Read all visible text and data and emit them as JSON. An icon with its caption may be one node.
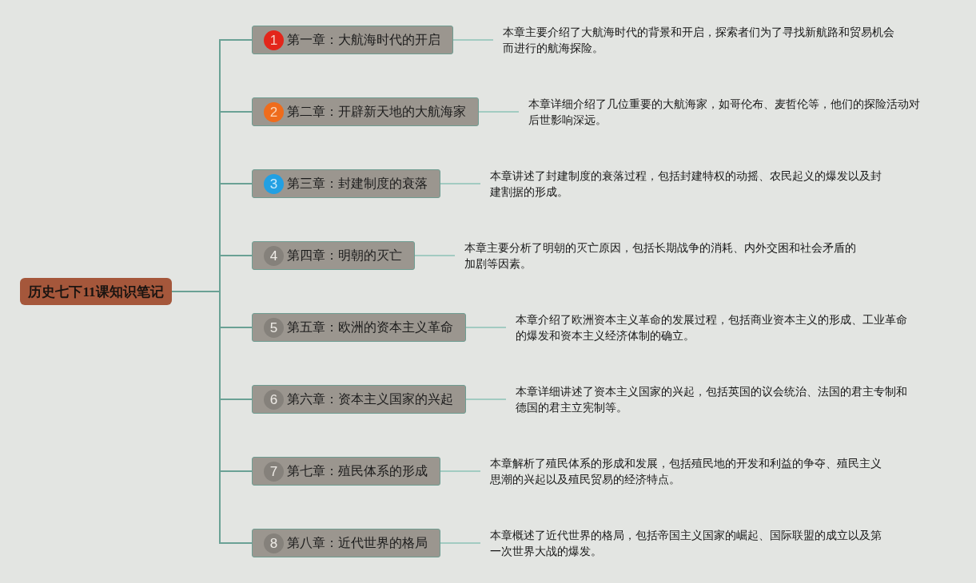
{
  "diagram": {
    "nodes": [
      {
        "text": [
          "历史七下11课知识笔记"
        ]
      },
      {
        "text": [
          "1",
          "第一章：大航海时代的开启"
        ]
      },
      {
        "text": [
          "2",
          "第二章：开辟新天地的大航海家"
        ]
      },
      {
        "text": [
          "3",
          "第三章：封建制度的衰落"
        ]
      },
      {
        "text": [
          "4",
          "第四章：明朝的灭亡"
        ]
      },
      {
        "text": [
          "5",
          "第五章：欧洲的资本主义革命"
        ]
      },
      {
        "text": [
          "6",
          "第六章：资本主义国家的兴起"
        ]
      },
      {
        "text": [
          "7",
          "第七章：殖民体系的形成"
        ]
      },
      {
        "text": [
          "8",
          "第八章：近代世界的格局"
        ]
      },
      {
        "text": [
          "本章主要介绍了大航海时代的背景和开启，探索者们为了寻找新航路和贸易机会而进行的航海探险。"
        ]
      },
      {
        "text": [
          "本章详细介绍了几位重要的大航海家，如哥伦布、麦哲伦等，他们的探险活动对后世影响深远。"
        ]
      },
      {
        "text": [
          "本章讲述了封建制度的衰落过程，包括封建特权的动摇、农民起义的爆发以及封建割据的形成。"
        ]
      },
      {
        "text": [
          "本章主要分析了明朝的灭亡原因，包括长期战争的消耗、内外交困和社会矛盾的加剧等因素。"
        ]
      },
      {
        "text": [
          "本章介绍了欧洲资本主义革命的发展过程，包括商业资本主义的形成、工业革命的爆发和资本主义经济体制的确立。"
        ]
      },
      {
        "text": [
          "本章详细讲述了资本主义国家的兴起，包括英国的议会统治、法国的君主专制和德国的君主立宪制等。"
        ]
      },
      {
        "text": [
          "本章解析了殖民体系的形成和发展，包括殖民地的开发和利益的争夺、殖民主义思潮的兴起以及殖民贸易的经济特点。"
        ]
      },
      {
        "text": [
          "本章概述了近代世界的格局，包括帝国主义国家的崛起、国际联盟的成立以及第一次世界大战的爆发。"
        ]
      }
    ],
    "edges": [
      {
        "from": 0,
        "to": 1,
        "arrow": "none"
      },
      {
        "from": 0,
        "to": 2,
        "arrow": "none"
      },
      {
        "from": 0,
        "to": 3,
        "arrow": "none"
      },
      {
        "from": 0,
        "to": 4,
        "arrow": "none"
      },
      {
        "from": 0,
        "to": 5,
        "arrow": "none"
      },
      {
        "from": 0,
        "to": 6,
        "arrow": "none"
      },
      {
        "from": 0,
        "to": 7,
        "arrow": "none"
      },
      {
        "from": 0,
        "to": 8,
        "arrow": "none"
      },
      {
        "from": 1,
        "to": 9,
        "arrow": "none",
        "color": "#a2cbc1"
      },
      {
        "from": 2,
        "to": 10,
        "arrow": "none",
        "color": "#a2cbc1"
      },
      {
        "from": 3,
        "to": 11,
        "arrow": "none",
        "color": "#a2cbc1"
      },
      {
        "from": 4,
        "to": 12,
        "arrow": "none",
        "color": "#a2cbc1"
      },
      {
        "from": 5,
        "to": 13,
        "arrow": "none",
        "color": "#a2cbc1"
      },
      {
        "from": 6,
        "to": 14,
        "arrow": "none",
        "color": "#a2cbc1"
      },
      {
        "from": 7,
        "to": 15,
        "arrow": "none",
        "color": "#a2cbc1"
      },
      {
        "from": 8,
        "to": 16,
        "arrow": "none",
        "color": "#a2cbc1"
      }
    ]
  }
}
